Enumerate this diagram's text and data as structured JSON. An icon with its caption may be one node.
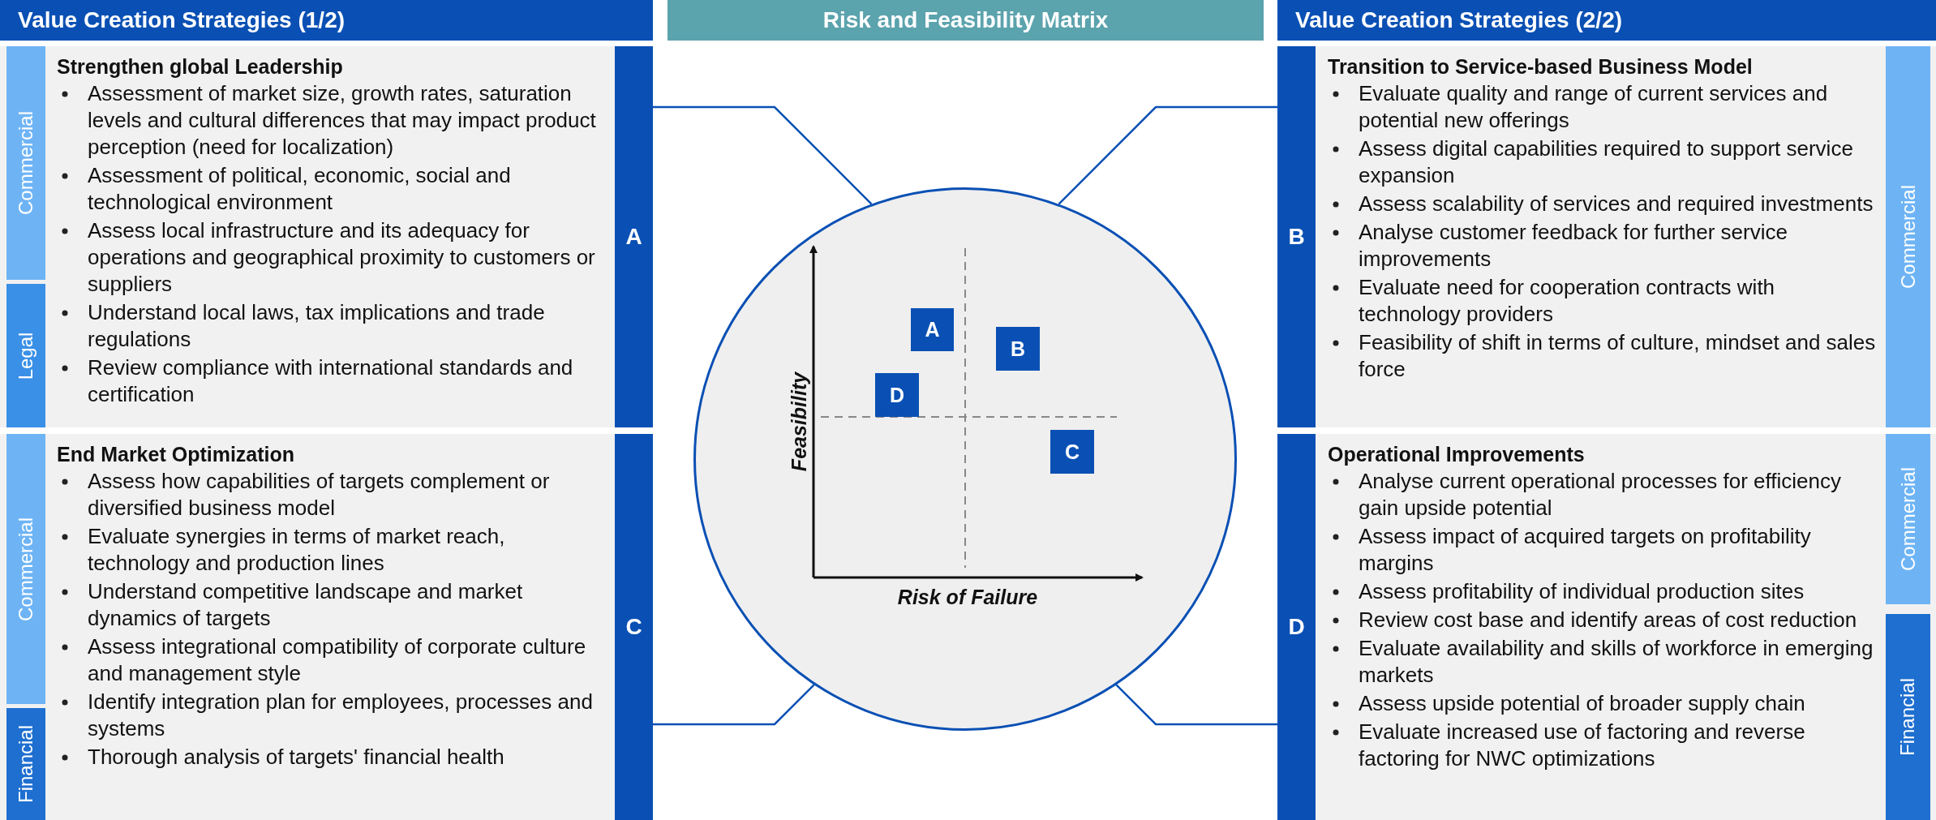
{
  "diagram": {
    "nodes": [
      {
        "text": [
          "Value Creation Strategies (1/2)"
        ]
      },
      {
        "text": [
          "Risk and Feasibility Matrix"
        ]
      },
      {
        "text": [
          "Value Creation Strategies (2/2)"
        ]
      },
      {
        "text": [
          "Strengthen global Leadership",
          "Assessment of market size, growth rates, saturation levels and cultural differences that may impact product perception (need for localization)",
          "Assessment of political, economic, social and technological environment",
          "Assess local infrastructure and its adequacy for operations and geographical proximity to customers or suppliers",
          "Understand local laws, tax implications and trade regulations",
          "Review compliance with international standards and certification"
        ]
      },
      {
        "text": [
          "Commercial"
        ],
        "in": 3
      },
      {
        "text": [
          "Legal"
        ],
        "in": 3
      },
      {
        "text": [
          "A"
        ],
        "in": 3
      },
      {
        "text": [
          "Transition to Service-based Business Model",
          "Evaluate quality and range of current services and potential new offerings",
          "Assess digital capabilities required to support service expansion",
          "Assess scalability of services and required investments",
          "Analyse customer feedback for further service improvements",
          "Evaluate need for cooperation contracts with technology providers",
          "Feasibility of shift in terms of culture, mindset and sales force"
        ]
      },
      {
        "text": [
          "B"
        ],
        "in": 7
      },
      {
        "text": [
          "Commercial"
        ],
        "in": 7
      },
      {
        "text": [],
        "shape": "circle"
      },
      {
        "text": [
          "A"
        ],
        "in": 10
      },
      {
        "text": [
          "B"
        ],
        "in": 10
      },
      {
        "text": [
          "D"
        ],
        "in": 10
      },
      {
        "text": [
          "C"
        ],
        "in": 10
      },
      {
        "text": [
          "End Market Optimization",
          "Assess how capabilities of targets complement or diversified business model",
          "Evaluate synergies in terms of market reach, technology and production lines",
          "Understand competitive landscape and market dynamics of targets",
          "Assess integrational compatibility of corporate culture and management style",
          "Identify integration plan for employees, processes and systems",
          "Thorough analysis of targets' financial health"
        ]
      },
      {
        "text": [
          "Commercial"
        ],
        "in": 15
      },
      {
        "text": [
          "Financial"
        ],
        "in": 15
      },
      {
        "text": [
          "C"
        ],
        "in": 15
      },
      {
        "text": [
          "Operational Improvements",
          "Analyse current operational processes for efficiency gain upside potential",
          "Assess impact of acquired targets on profitability margins",
          "Assess profitability of individual production sites",
          "Review cost base and identify areas of cost reduction",
          "Evaluate availability and skills of workforce in emerging markets",
          "Assess upside potential of broader supply chain",
          "Evaluate increased use of factoring and reverse factoring for NWC optimizations"
        ]
      },
      {
        "text": [
          "D"
        ],
        "in": 19
      },
      {
        "text": [
          "Commercial"
        ],
        "in": 19
      },
      {
        "text": [
          "Financial"
        ],
        "in": 19
      }
    ],
    "edges": [
      {
        "from": 6,
        "to": 10,
        "arrow": "none"
      },
      {
        "from": 8,
        "to": 10,
        "arrow": "none"
      },
      {
        "from": 18,
        "to": 10,
        "arrow": "none"
      },
      {
        "from": 20,
        "to": 10,
        "arrow": "none"
      }
    ],
    "labels": [
      "Feasibility",
      "Risk of Failure"
    ]
  }
}
